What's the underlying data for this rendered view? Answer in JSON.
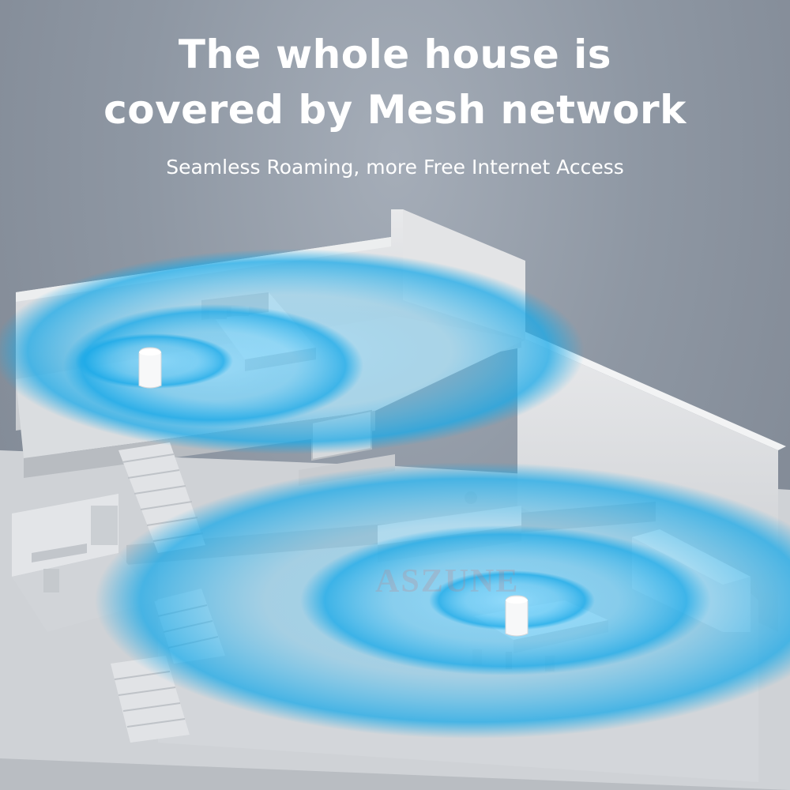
{
  "headline": {
    "line1": "The whole house is",
    "line2": "covered by Mesh network"
  },
  "subheadline": "Seamless Roaming, more Free Internet Access",
  "watermark": "ASZUNE",
  "colors": {
    "background": "#8e97a3",
    "house": "#d9dbde",
    "signal": "#19a9e8",
    "text": "#ffffff"
  }
}
